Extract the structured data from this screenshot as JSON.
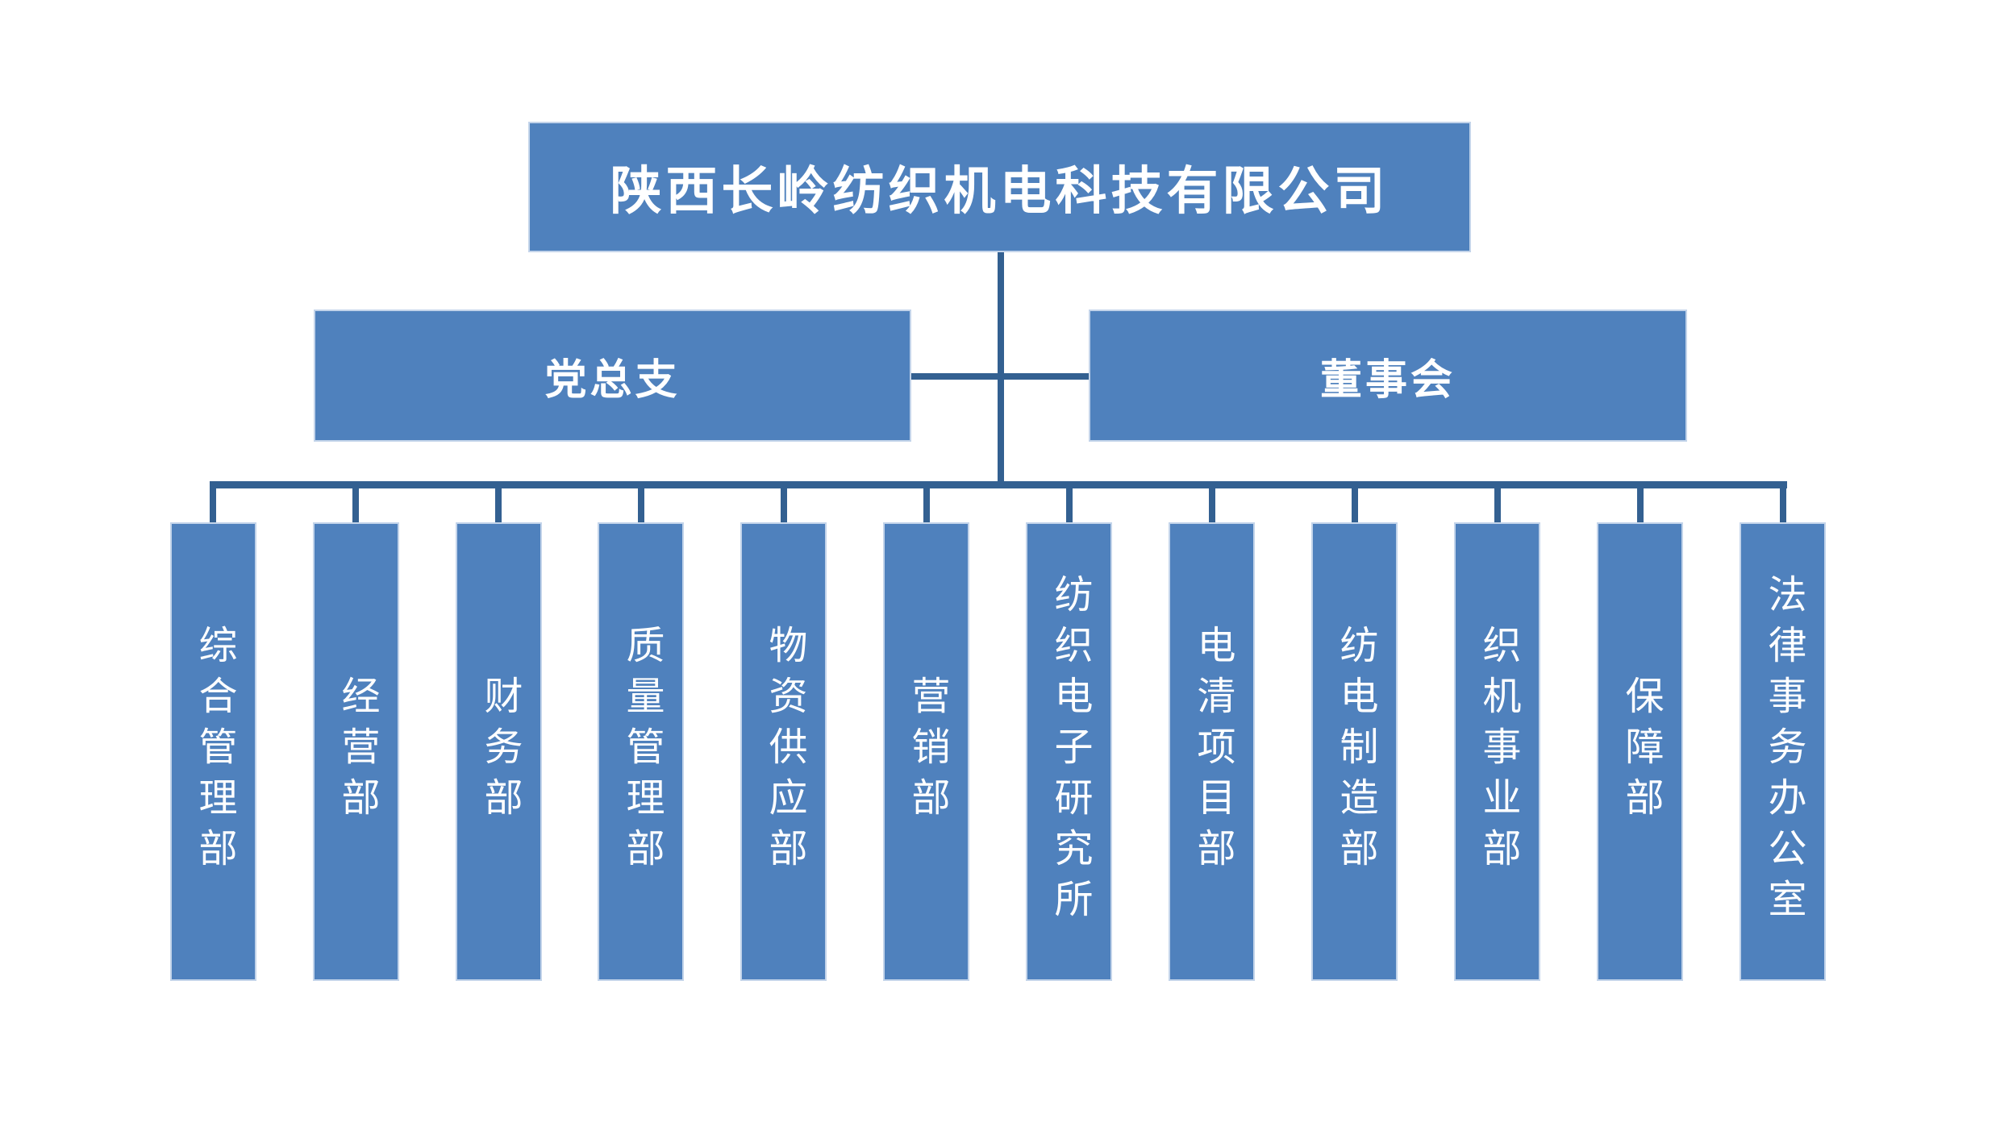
{
  "title": "陕西长岭纺织机电科技有限公司",
  "colors": {
    "node_fill": "#4F81BD",
    "node_border": "#C3D4EA",
    "connector": "#336091",
    "text": "#FFFFFF",
    "background": "#FFFFFF"
  },
  "org": {
    "root": {
      "label": "陕西长岭纺织机电科技有限公司"
    },
    "level2": [
      {
        "label": "党总支"
      },
      {
        "label": "董事会"
      }
    ],
    "departments": [
      {
        "label": "综合管理部"
      },
      {
        "label": "经营部"
      },
      {
        "label": "财务部"
      },
      {
        "label": "质量管理部"
      },
      {
        "label": "物资供应部"
      },
      {
        "label": "营销部"
      },
      {
        "label": "纺织电子研究所"
      },
      {
        "label": "电清项目部"
      },
      {
        "label": "纺电制造部"
      },
      {
        "label": "织机事业部"
      },
      {
        "label": "保障部"
      },
      {
        "label": "法律事务办公室"
      }
    ]
  }
}
